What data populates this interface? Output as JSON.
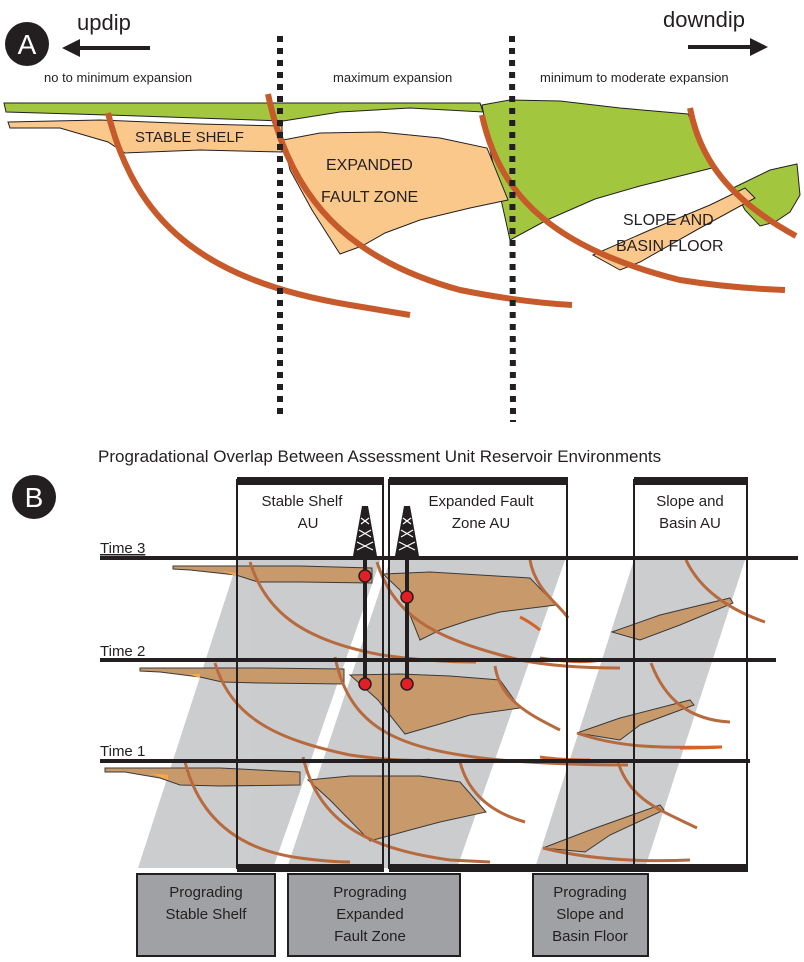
{
  "colors": {
    "green": "#a3c63f",
    "tan_light": "#fbc88c",
    "tan_dark": "#c8996a",
    "fault": "#c75a2b",
    "fault_b": "#b86a3f",
    "gray_band": "#c9cacc",
    "label_box": "#a0a1a4",
    "well_dot": "#e31e24",
    "ink": "#231f20"
  },
  "panel_a": {
    "badge": "A",
    "updip_label": "updip",
    "downdip_label": "downdip",
    "zones": [
      {
        "label": "no to minimum expansion"
      },
      {
        "label": "maximum expansion"
      },
      {
        "label": "minimum to moderate expansion"
      }
    ],
    "units": {
      "stable_shelf": "STABLE SHELF",
      "expanded_line1": "EXPANDED",
      "expanded_line2": "FAULT ZONE",
      "slope_line1": "SLOPE AND",
      "slope_line2": "BASIN FLOOR"
    }
  },
  "panel_b": {
    "badge": "B",
    "title": "Progradational Overlap Between Assessment Unit Reservoir Environments",
    "time_labels": [
      "Time 3",
      "Time 2",
      "Time 1"
    ],
    "au_boxes": [
      {
        "line1": "Stable Shelf",
        "line2": "AU"
      },
      {
        "line1": "Expanded  Fault",
        "line2": "Zone  AU"
      },
      {
        "line1": "Slope and",
        "line2": "Basin AU"
      }
    ],
    "prograding_boxes": [
      {
        "lines": [
          "Prograding",
          "Stable Shelf"
        ]
      },
      {
        "lines": [
          "Prograding",
          "Expanded",
          "Fault Zone"
        ]
      },
      {
        "lines": [
          "Prograding",
          "Slope and",
          "Basin Floor"
        ]
      }
    ],
    "wells": [
      {
        "name": "well-1",
        "targets": [
          "Time 3",
          "Time 2"
        ]
      },
      {
        "name": "well-2",
        "targets": [
          "Time 3",
          "Time 2"
        ]
      }
    ]
  }
}
